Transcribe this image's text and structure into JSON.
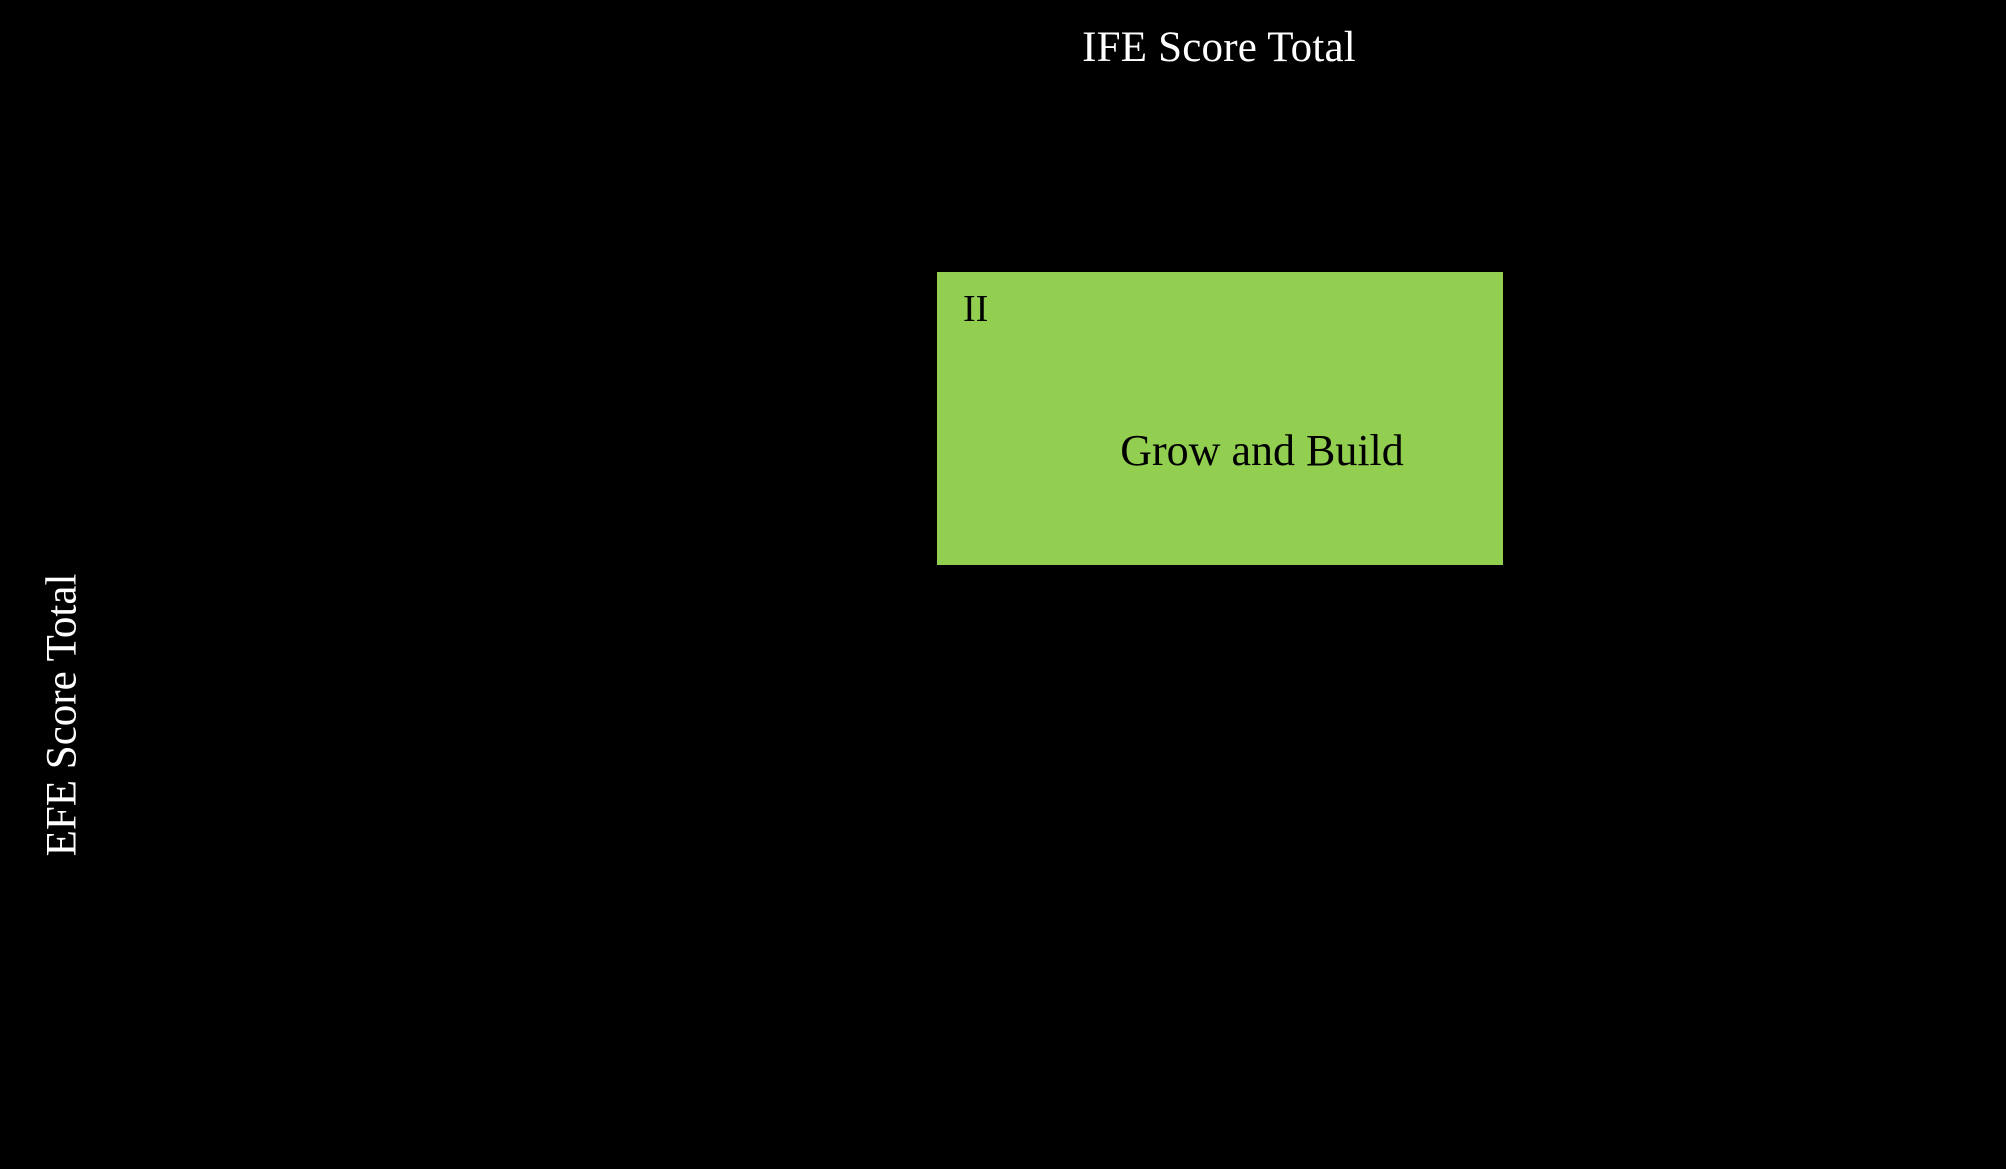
{
  "figure": {
    "type": "ie-matrix",
    "background_color": "#000000",
    "x_axis_title": "IFE Score Total",
    "y_axis_title": "EFE Score Total",
    "axis_label_color": "#ffffff"
  },
  "cells": [
    {
      "roman": "II",
      "strategy": "Grow and Build",
      "fill_color": "#92CE4F",
      "text_color": "#000000"
    }
  ]
}
